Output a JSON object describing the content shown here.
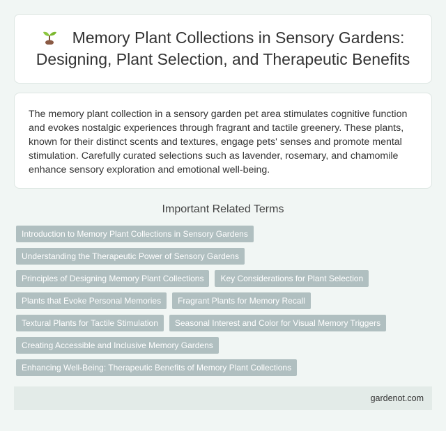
{
  "header": {
    "icon": "seedling-icon",
    "title": "Memory Plant Collections in Sensory Gardens: Designing, Plant Selection, and Therapeutic Benefits"
  },
  "intro": {
    "text": "The memory plant collection in a sensory garden pet area stimulates cognitive function and evokes nostalgic experiences through fragrant and tactile greenery. These plants, known for their distinct scents and textures, engage pets' senses and promote mental stimulation. Carefully curated selections such as lavender, rosemary, and chamomile enhance sensory exploration and emotional well-being."
  },
  "related": {
    "title": "Important Related Terms",
    "tags": [
      "Introduction to Memory Plant Collections in Sensory Gardens",
      "Understanding the Therapeutic Power of Sensory Gardens",
      "Principles of Designing Memory Plant Collections",
      "Key Considerations for Plant Selection",
      "Plants that Evoke Personal Memories",
      "Fragrant Plants for Memory Recall",
      "Textural Plants for Tactile Stimulation",
      "Seasonal Interest and Color for Visual Memory Triggers",
      "Creating Accessible and Inclusive Memory Gardens",
      "Enhancing Well-Being: Therapeutic Benefits of Memory Plant Collections"
    ]
  },
  "footer": {
    "site": "gardenot.com"
  },
  "colors": {
    "tag_bg": "#b0bfc0",
    "page_bg": "#f1f6f4"
  }
}
